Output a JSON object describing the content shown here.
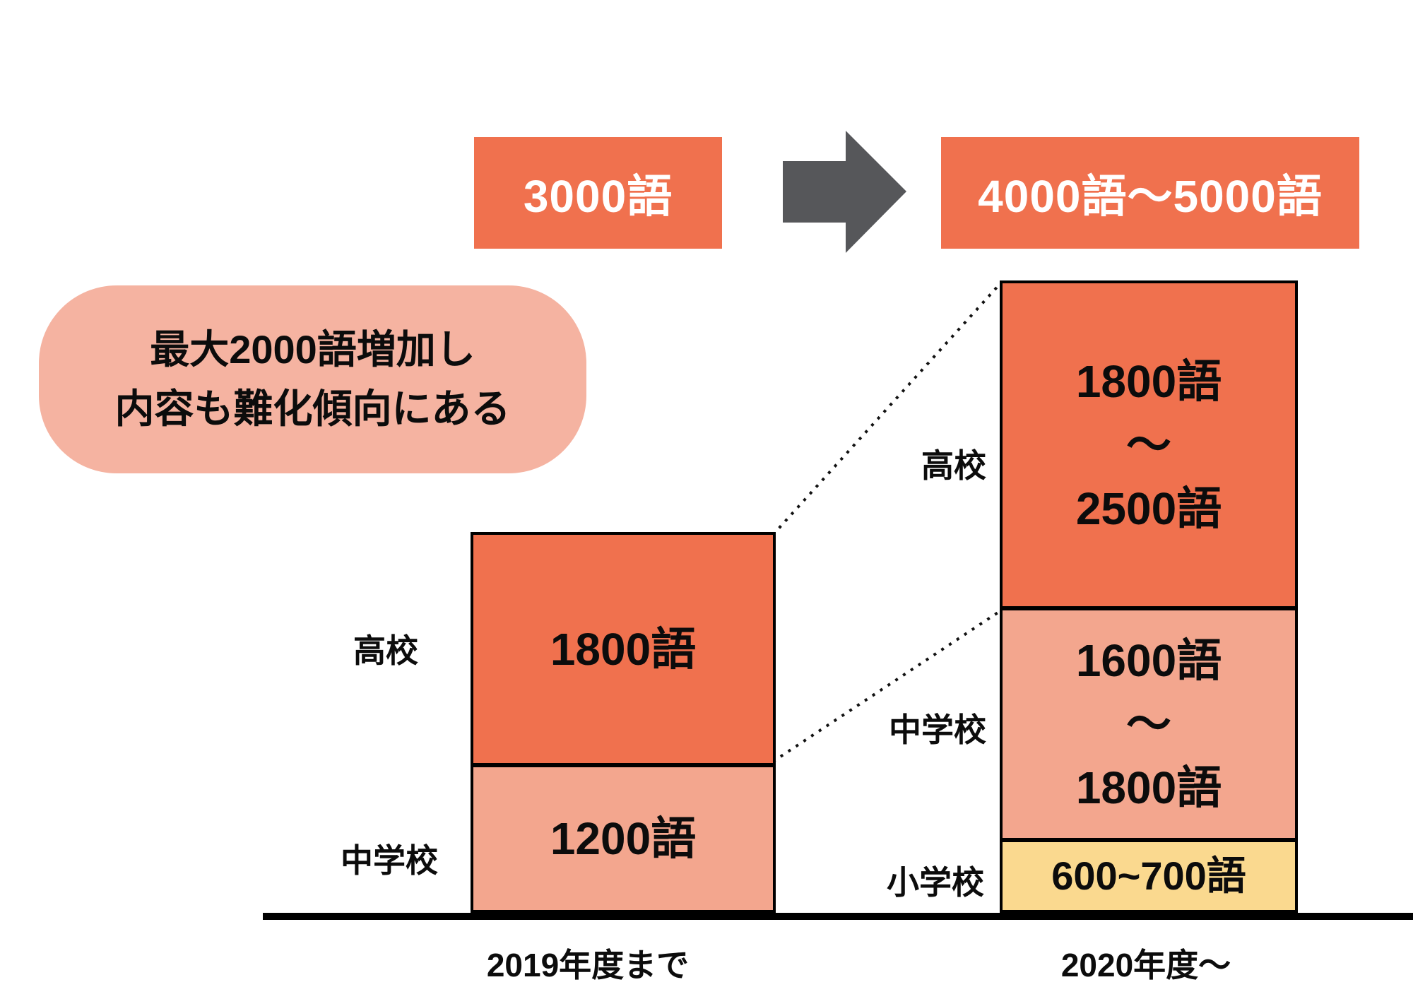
{
  "colors": {
    "orange": "#F0714E",
    "pink": "#F3A68E",
    "bubble_pink": "#F5B3A1",
    "yellow": "#FAD98F",
    "arrow_gray": "#56575A",
    "line_black": "#111111",
    "text_white": "#FFFFFF"
  },
  "header": {
    "before_total": "3000語",
    "after_total": "4000語〜5000語",
    "arrow_icon": "right-arrow"
  },
  "callout": {
    "line1": "最大2000語増加し",
    "line2": "内容も難化傾向にある"
  },
  "left_bar": {
    "axis_label": "2019年度まで",
    "segments": [
      {
        "label": "高校",
        "value": "1800語"
      },
      {
        "label": "中学校",
        "value": "1200語"
      }
    ]
  },
  "right_bar": {
    "axis_label": "2020年度〜",
    "segments": [
      {
        "label": "高校",
        "line1": "1800語",
        "line2": "～",
        "line3": "2500語"
      },
      {
        "label": "中学校",
        "line1": "1600語",
        "line2": "～",
        "line3": "1800語"
      },
      {
        "label": "小学校",
        "value": "600~700語"
      }
    ]
  },
  "chart_data": {
    "type": "bar",
    "subtype": "stacked-comparison",
    "categories": [
      "2019年度まで",
      "2020年度〜"
    ],
    "series": [
      {
        "name": "小学校",
        "labels": [
          null,
          "600~700語"
        ],
        "ranges": [
          [
            0,
            0
          ],
          [
            600,
            700
          ]
        ],
        "color": "#FAD98F"
      },
      {
        "name": "中学校",
        "labels": [
          "1200語",
          "1600語～1800語"
        ],
        "ranges": [
          [
            1200,
            1200
          ],
          [
            1600,
            1800
          ]
        ],
        "color": "#F3A68E"
      },
      {
        "name": "高校",
        "labels": [
          "1800語",
          "1800語～2500語"
        ],
        "ranges": [
          [
            1800,
            1800
          ],
          [
            1800,
            2500
          ]
        ],
        "color": "#F0714E"
      }
    ],
    "totals": {
      "before": "3000語",
      "after": "4000語〜5000語"
    },
    "annotation": "最大2000語増加し 内容も難化傾向にある",
    "legend_position": "none",
    "grid": false,
    "connector_lines": "dotted, linking 2019 segment tops to 2020 segment tops"
  }
}
